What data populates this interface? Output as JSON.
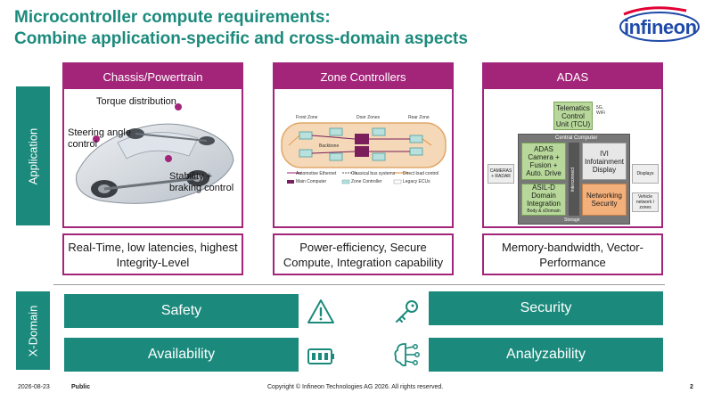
{
  "title": {
    "line1": "Microcontroller compute requirements:",
    "line2": "Combine application-specific and cross-domain aspects"
  },
  "logo": {
    "text": "infineon",
    "icon": "infineon-logo"
  },
  "side_labels": {
    "application": "Application",
    "x_domain": "X-Domain"
  },
  "panels": [
    {
      "title": "Chassis/Powertrain",
      "labels": {
        "torque": "Torque distribution",
        "steering": "Steering angle control",
        "stability": "Stability + braking control"
      },
      "requirement": "Real-Time, low latencies, highest Integrity-Level"
    },
    {
      "title": "Zone Controllers",
      "labels": {
        "front": "Front Zone",
        "door": "Door Zones",
        "rear": "Rear Zone",
        "backbone": "Backbone",
        "legend_eth": "Automotive Ethernet",
        "legend_bus": "Classical bus systems",
        "legend_direct": "Direct load control",
        "legend_main": "Main Computer",
        "legend_zone": "Zone Controller",
        "legend_legacy": "Legacy ECUs"
      },
      "requirement": "Power-efficiency, Secure Compute, Integration capability"
    },
    {
      "title": "ADAS",
      "labels": {
        "telematics": "Telematics Control Unit (TCU)",
        "tcu_side": "5G, WiFi",
        "central": "Central Computer",
        "adas_block": "ADAS Camera + Fusion + Auto. Drive",
        "ivi_block": "IVI Infotainment Display",
        "asil_block": "ASIL-D Domain Integration",
        "asil_sub": "Body & xDomain",
        "network_block": "Networking Security",
        "interconnect": "Interconnect",
        "storage": "Storage",
        "cameras": "CAMERAS + RADAR",
        "displays": "Displays",
        "vehicle_net": "Vehicle network / zones"
      },
      "requirement": "Memory-bandwidth, Vector-Performance"
    }
  ],
  "x_domain": {
    "safety": "Safety",
    "availability": "Availability",
    "security": "Security",
    "analyzability": "Analyzability"
  },
  "footer": {
    "date": "2026-08-23",
    "classification": "Public",
    "copyright": "Copyright © Infineon Technologies AG 2026. All rights reserved.",
    "page": "2"
  },
  "colors": {
    "teal": "#1b8a7c",
    "magenta": "#a3257a",
    "logo_blue": "#1f4aa8",
    "logo_red": "#e30034"
  }
}
